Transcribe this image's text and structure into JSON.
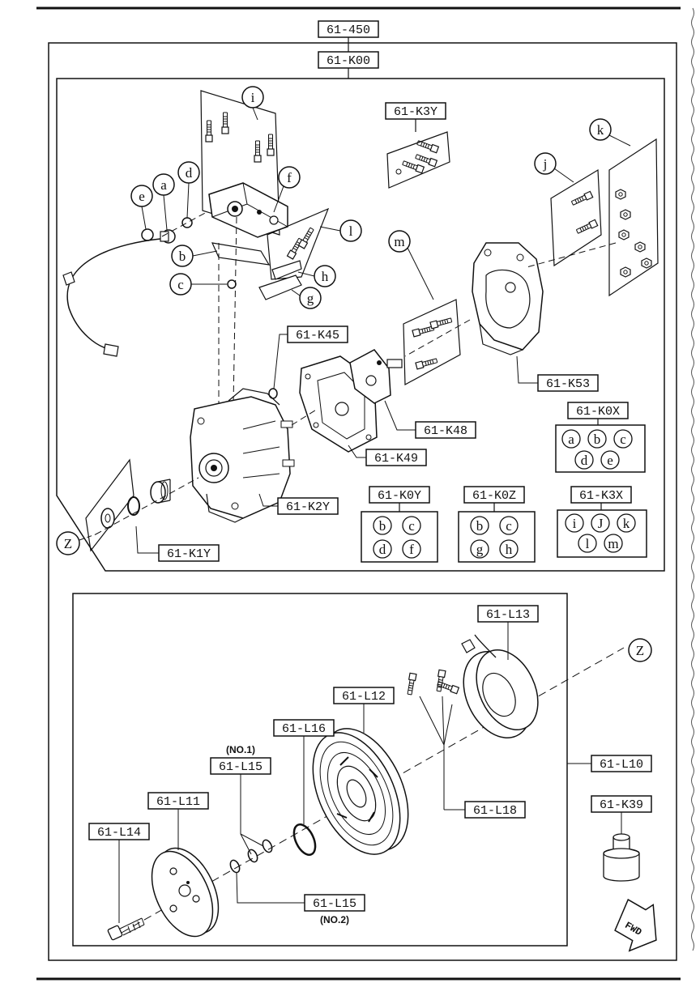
{
  "diagram": {
    "top_label": "61-450",
    "assembly_label": "61-K00",
    "compressor_parts": {
      "k3y": "61-K3Y",
      "k45": "61-K45",
      "k53": "61-K53",
      "k48": "61-K48",
      "k49": "61-K49",
      "k2y": "61-K2Y",
      "k1y": "61-K1Y"
    },
    "callout_letters": {
      "i": "i",
      "a": "a",
      "e": "e",
      "d": "d",
      "f": "f",
      "b": "b",
      "c": "c",
      "l": "l",
      "h": "h",
      "g": "g",
      "m": "m",
      "j": "j",
      "k": "k",
      "z_top": "Z",
      "z_bottom": "Z"
    },
    "kits": {
      "k0x": {
        "label": "61-K0X",
        "items": [
          "a",
          "b",
          "c",
          "d",
          "e"
        ]
      },
      "k0y": {
        "label": "61-K0Y",
        "items": [
          "b",
          "c",
          "d",
          "f"
        ]
      },
      "k0z": {
        "label": "61-K0Z",
        "items": [
          "b",
          "c",
          "g",
          "h"
        ]
      },
      "k3x": {
        "label": "61-K3X",
        "items": [
          "i",
          "J",
          "k",
          "l",
          "m"
        ]
      }
    },
    "clutch_parts": {
      "l13": "61-L13",
      "l12": "61-L12",
      "l16": "61-L16",
      "l15_a": "61-L15",
      "l15_a_note": "(NO.1)",
      "l11": "61-L11",
      "l14": "61-L14",
      "l15_b": "61-L15",
      "l15_b_note": "(NO.2)",
      "l18": "61-L18",
      "l10": "61-L10",
      "k39": "61-K39"
    },
    "fwd_label": "FWD"
  }
}
